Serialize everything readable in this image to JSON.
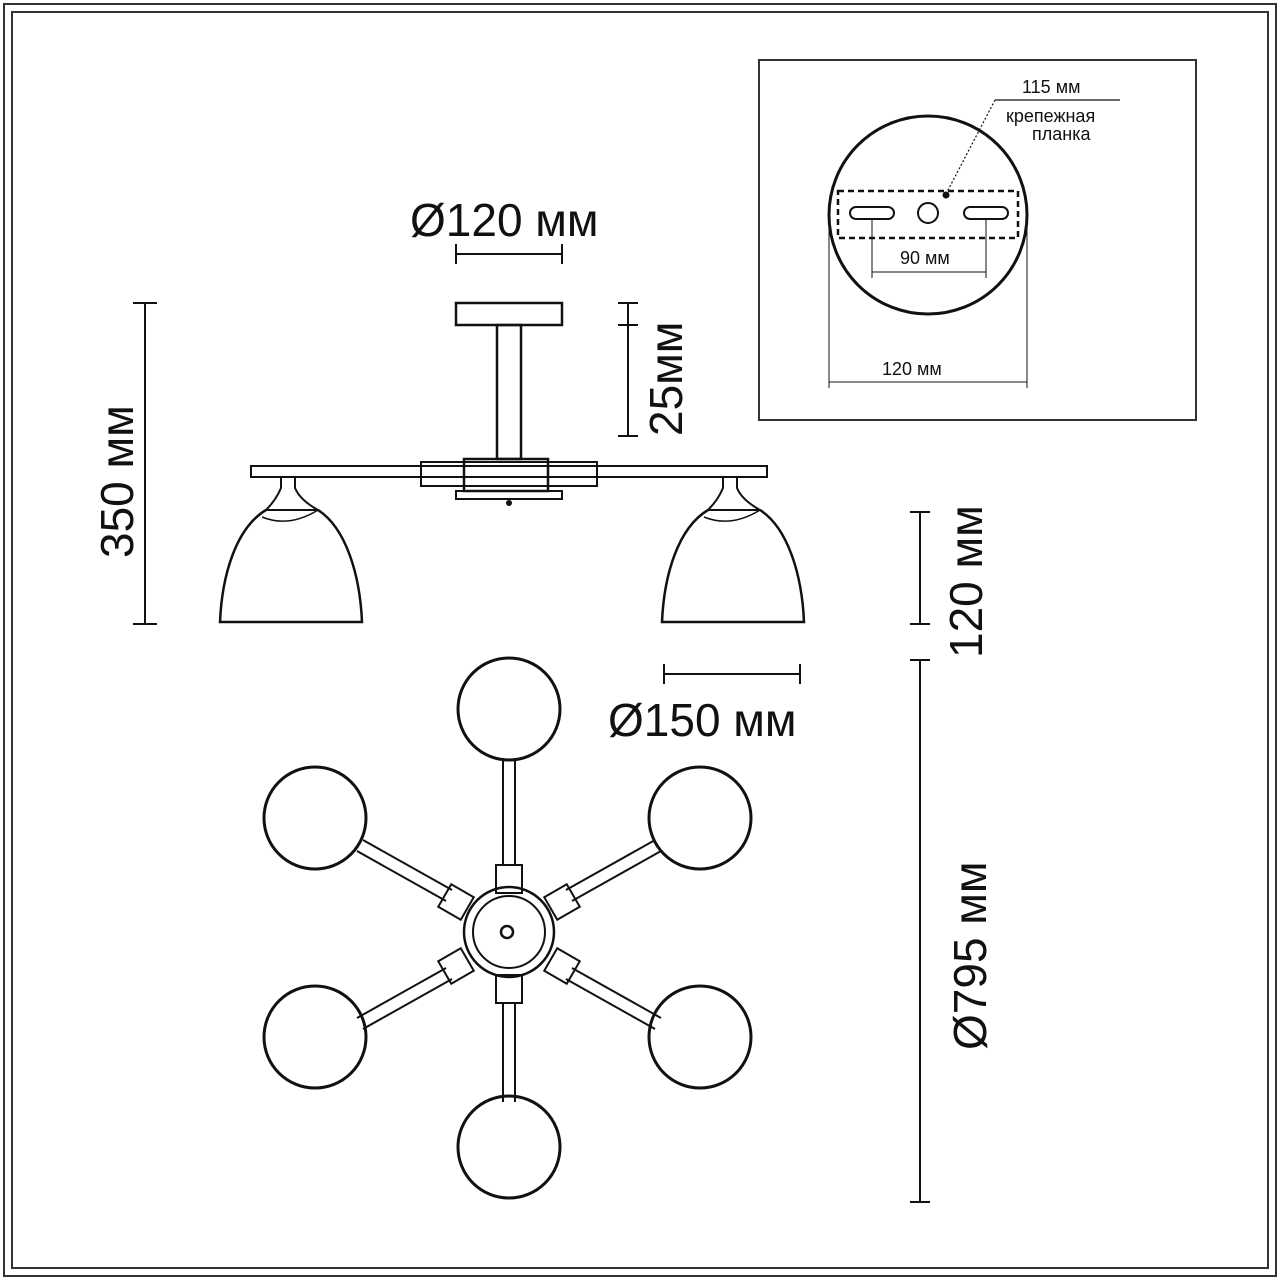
{
  "dimensions": {
    "canopy_diameter": "Ø120 мм",
    "canopy_height": "25мм",
    "total_height": "350 мм",
    "shade_height": "120 мм",
    "shade_diameter": "Ø150 мм",
    "overall_diameter": "Ø795 мм"
  },
  "inset": {
    "rod_length": "115 мм",
    "bracket_label_line1": "крепежная",
    "bracket_label_line2": "планка",
    "hole_spacing": "90 мм",
    "plate_diameter": "120 мм"
  },
  "colors": {
    "line": "#111111",
    "frame": "#333333",
    "background": "#ffffff"
  }
}
